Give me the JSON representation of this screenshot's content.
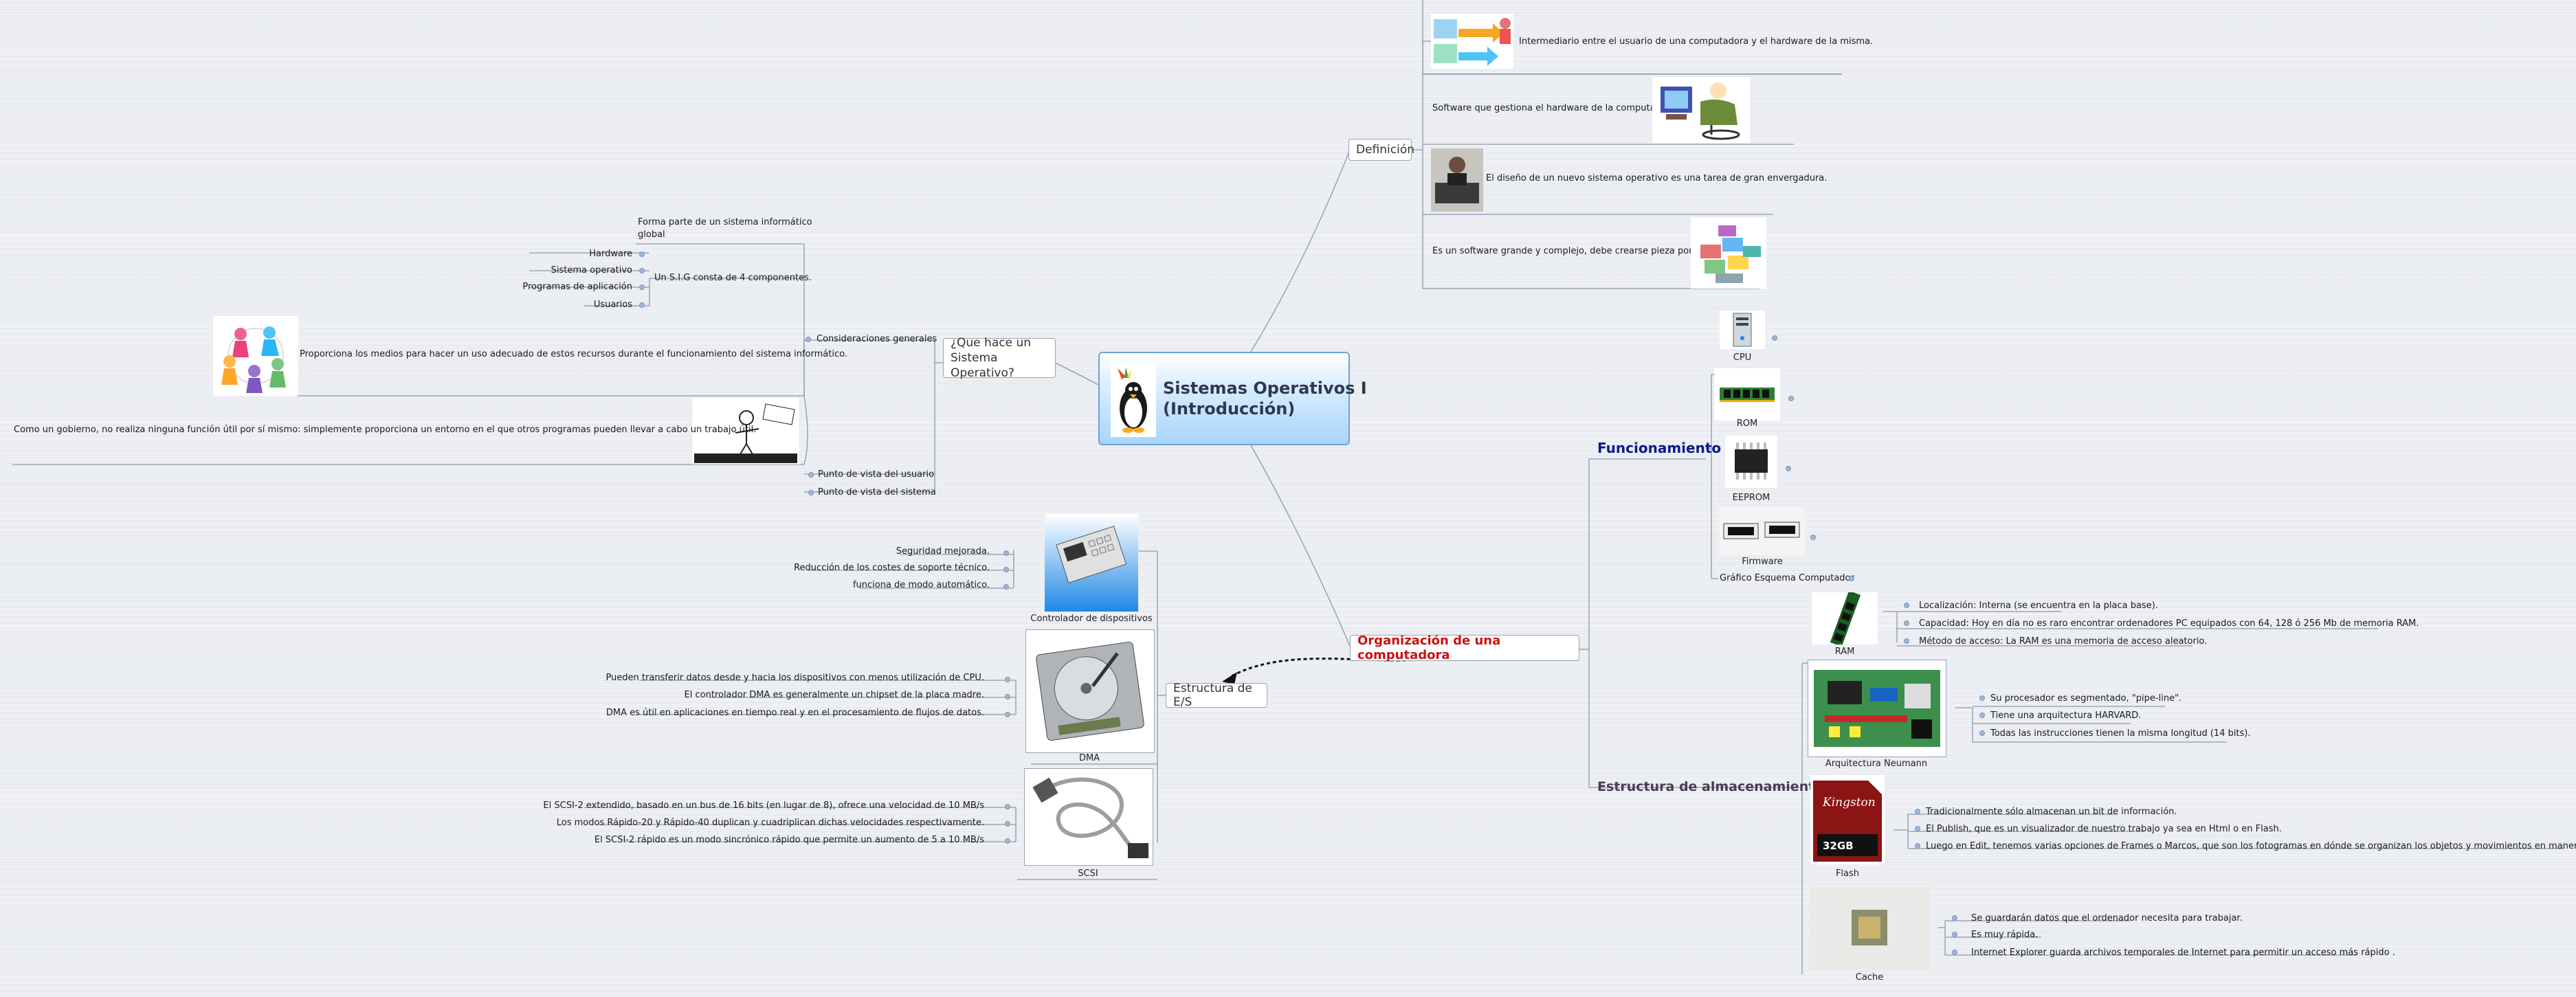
{
  "central": {
    "title_line1": "Sistemas Operativos I",
    "title_line2": "(Introducción)"
  },
  "definicion": {
    "label": "Definición",
    "items": [
      "Intermediario entre el usuario de una computadora y el hardware de la misma.",
      "Software que gestiona el hardware de la computadora.",
      "El diseño de un nuevo sistema operativo es una tarea de gran envergadura.",
      "Es un software grande y complejo, debe crearse pieza por pieza."
    ]
  },
  "que_hace": {
    "label_line1": "¿Que hace un",
    "label_line2": "Sistema Operativo?",
    "consideraciones": "Consideraciones generales",
    "forma_parte_line1": "Forma parte de un sistema informático",
    "forma_parte_line2": "global",
    "sig": "Un S.I.G consta de 4 componentes.",
    "componentes": [
      "Hardware",
      "Sistema operativo",
      "Programas de aplicación",
      "Usuarios"
    ],
    "proporciona": "Proporciona los medios para hacer un uso adecuado de estos recursos durante el funcionamiento del sistema informático.",
    "gobierno": "Como un gobierno, no realiza ninguna función útil por sí mismo: simplemente proporciona un entorno en el que otros programas pueden llevar a cabo un trabajo útil.",
    "punto_usuario": "Punto de vista del usuario",
    "punto_sistema": "Punto de vista del sistema"
  },
  "organizacion": {
    "label": "Organización de una computadora",
    "funcionamiento": {
      "label": "Funcionamiento",
      "items": [
        "CPU",
        "ROM",
        "EEPROM",
        "Firmware",
        "Gráfico Esquema Computador"
      ]
    },
    "almacenamiento": {
      "label": "Estructura de almacenamiento",
      "ram": {
        "label": "RAM",
        "items": [
          "Localización: Interna (se encuentra en la placa base).",
          "Capacidad: Hoy en día no es raro encontrar ordenadores PC equipados con 64, 128 ó 256 Mb de memoria RAM.",
          "Método de acceso: La RAM es una memoria de acceso aleatorio."
        ]
      },
      "neumann": {
        "label": "Arquitectura Neumann",
        "items": [
          "Su procesador es segmentado, \"pipe-line\".",
          "Tiene una arquitectura HARVARD.",
          "Todas las instrucciones tienen la misma longitud (14 bits)."
        ]
      },
      "flash": {
        "label": "Flash",
        "card_brand": "Kingston",
        "card_size": "32GB",
        "items": [
          "Tradicionalmente sólo almacenan un bit de información.",
          "El Publish, que es un visualizador de nuestro trabajo ya sea en Html o en Flash.",
          "Luego en Edit, tenemos varias opciones de Frames o Marcos, que son los fotogramas en dónde se organizan los objetos y movimientos en manera temporal."
        ]
      },
      "cache": {
        "label": "Cache",
        "items": [
          "Se guardarán datos que el ordenador necesita para trabajar.",
          "Es muy rápida.",
          "Internet Explorer guarda archivos temporales de Internet para permitir un acceso más rápido ."
        ]
      }
    }
  },
  "es": {
    "label": "Estructura de E/S",
    "controlador": {
      "label": "Controlador de dispositivos",
      "items": [
        "Seguridad mejorada.",
        "Reducción de los costes de soporte técnico.",
        "funciona de modo automático."
      ]
    },
    "dma": {
      "label": "DMA",
      "items": [
        "Pueden transferir datos desde y hacia los dispositivos con menos utilización de CPU.",
        "El controlador DMA es generalmente un chipset de la placa madre.",
        "DMA es útil en aplicaciones en tiempo real y en el procesamiento de flujos de datos."
      ]
    },
    "scsi": {
      "label": "SCSI",
      "items": [
        "El SCSI-2 extendido, basado en un bus de 16 bits (en lugar de 8), ofrece una velocidad de 10 MB/s",
        "Los modos Rápido-20 y Rápido-40 duplican y cuadriplican dichas velocidades respectivamente.",
        "El SCSI-2 rápido es un modo sincrónico rápido que permite un aumento de 5 a 10 MB/s"
      ]
    }
  },
  "colors": {
    "organizacion": "#cc1111",
    "funcionamiento": "#0b1a8c",
    "almacenamiento": "#4a3b52",
    "central_border": "#6aa3d8"
  }
}
